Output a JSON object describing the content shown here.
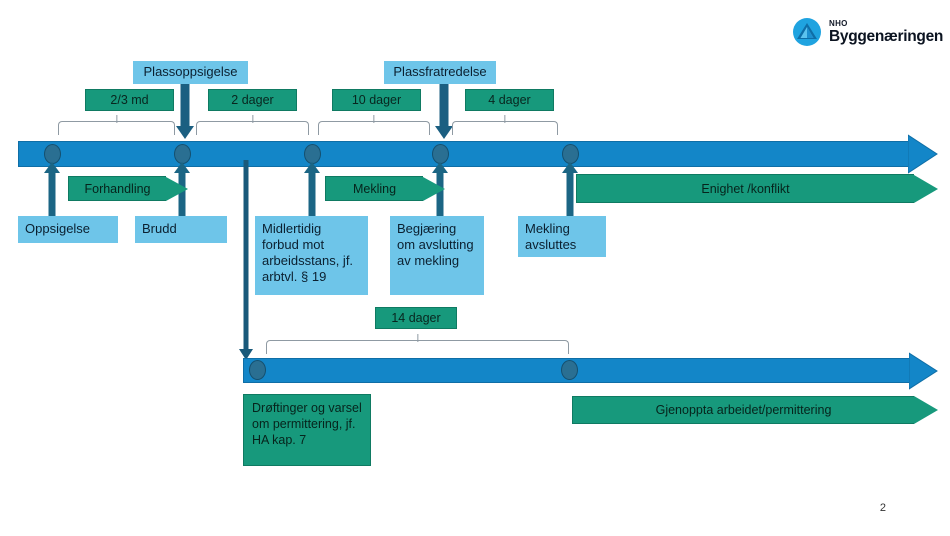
{
  "logo": {
    "small_text": "NHO",
    "main_text": "Byggenæringen",
    "mark_name": "nho-triangle-icon"
  },
  "colors": {
    "timeline_blue": "#1386c8",
    "node_teal": "#2a6f92",
    "green": "#17997c",
    "light_blue": "#6ec5e9",
    "dark_teal": "#1b6584"
  },
  "top_events": [
    {
      "label": "Plassoppsigelse"
    },
    {
      "label": "Plassfratredelse"
    }
  ],
  "duration_labels": [
    {
      "label": "2/3 md"
    },
    {
      "label": "2 dager"
    },
    {
      "label": "10 dager"
    },
    {
      "label": "4 dager"
    },
    {
      "label": "14 dager"
    }
  ],
  "milestones": [
    {
      "label": "Oppsigelse"
    },
    {
      "label": "Brudd"
    },
    {
      "label": "Midlertidig forbud mot arbeidsstans, jf. arbtvl. § 19"
    },
    {
      "label": "Begjæring om avslutting av mekling"
    },
    {
      "label": "Mekling avsluttes"
    }
  ],
  "process_arrows": [
    {
      "label": "Forhandling"
    },
    {
      "label": "Mekling"
    },
    {
      "label": "Enighet /konflikt"
    },
    {
      "label": "Gjenoppta arbeidet/permittering"
    }
  ],
  "lower_track": {
    "note": "Drøftinger og varsel om permittering, jf. HA kap. 7",
    "bracket_label": "14 dager"
  },
  "page": {
    "number": "2"
  }
}
